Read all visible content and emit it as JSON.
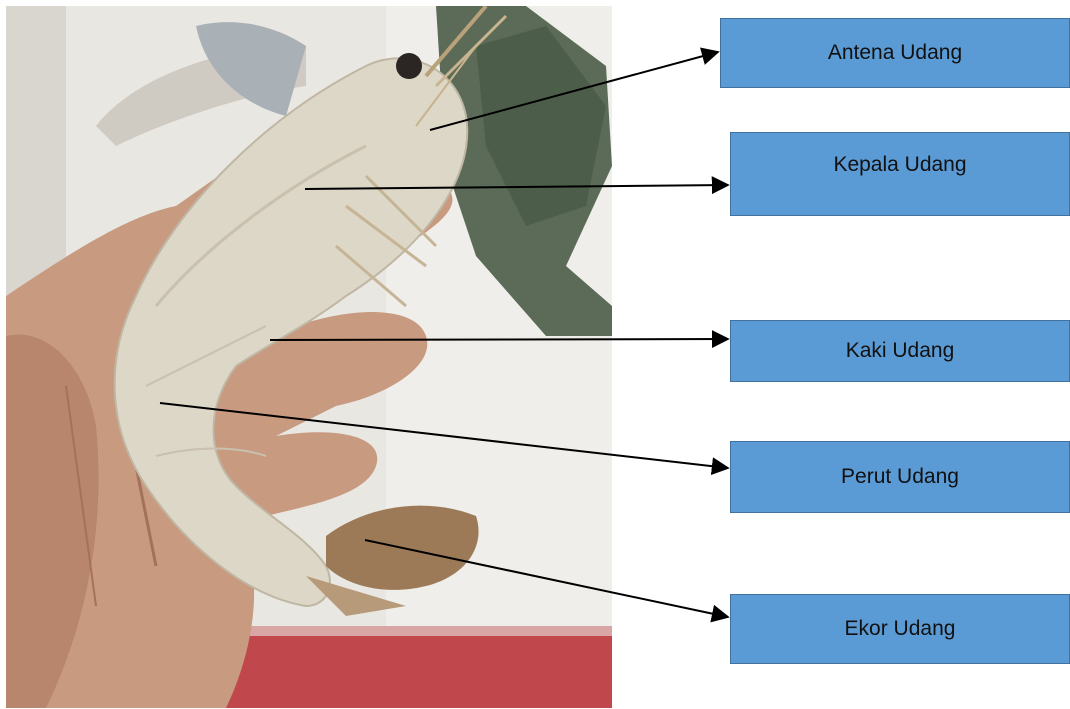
{
  "labels": {
    "antena": "Antena Udang",
    "kepala": "Kepala Udang",
    "kaki": "Kaki Udang",
    "perut": "Perut Udang",
    "ekor": "Ekor Udang"
  },
  "colors": {
    "box_fill": "#5b9bd5",
    "box_border": "#41719c",
    "arrow": "#000000"
  }
}
